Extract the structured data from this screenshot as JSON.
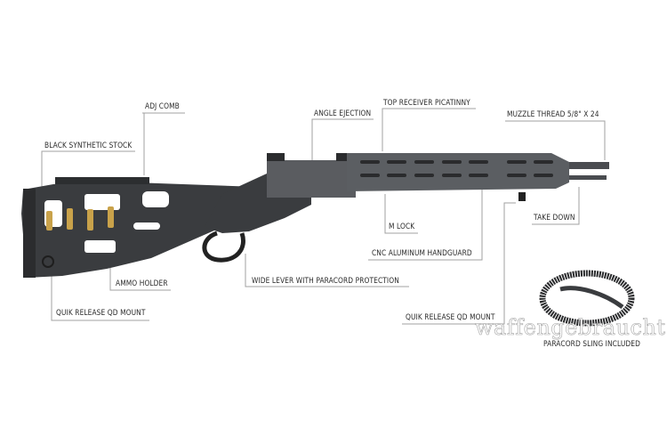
{
  "labels": {
    "adj_comb": "ADJ COMB",
    "black_synthetic_stock": "BLACK SYNTHETIC STOCK",
    "angle_ejection": "ANGLE EJECTION",
    "top_receiver_picatinny": "TOP RECEIVER PICATINNY",
    "muzzle_thread": "MUZZLE THREAD 5/8\" X 24",
    "m_lock": "M LOCK",
    "take_down": "TAKE DOWN",
    "cnc_handguard": "CNC ALUMINUM HANDGUARD",
    "wide_lever": "WIDE LEVER WITH PARACORD PROTECTION",
    "ammo_holder": "AMMO HOLDER",
    "qd_mount_stock": "QUIK RELEASE QD MOUNT",
    "qd_mount_handguard": "QUIK RELEASE QD MOUNT",
    "paracord_sling": "PARACORD SLING INCLUDED"
  },
  "watermark": "waffengebraucht.at",
  "colors": {
    "rifle": "#3b3d40",
    "handguard": "#55585b",
    "brass": "#c9a24a",
    "leader": "#9a9a9a"
  }
}
